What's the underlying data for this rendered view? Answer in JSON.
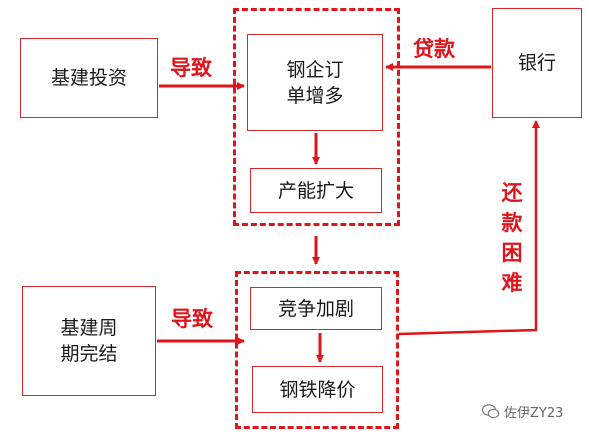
{
  "nodes": {
    "infra_invest": "基建投资",
    "steel_orders": "钢企订\n单增多",
    "capacity_expand": "产能扩大",
    "bank": "银行",
    "infra_cycle_end": "基建周\n期完结",
    "competition": "竞争加剧",
    "price_drop": "钢铁降价"
  },
  "edge_labels": {
    "lead_to_top": "导致",
    "lead_to_bottom": "导致",
    "loan": "贷款",
    "repay_difficult": "还款困难"
  },
  "watermark": "佐伊ZY23",
  "colors": {
    "accent": "#e0141b",
    "box_border": "#d6282b",
    "text": "#1a1a1a"
  }
}
